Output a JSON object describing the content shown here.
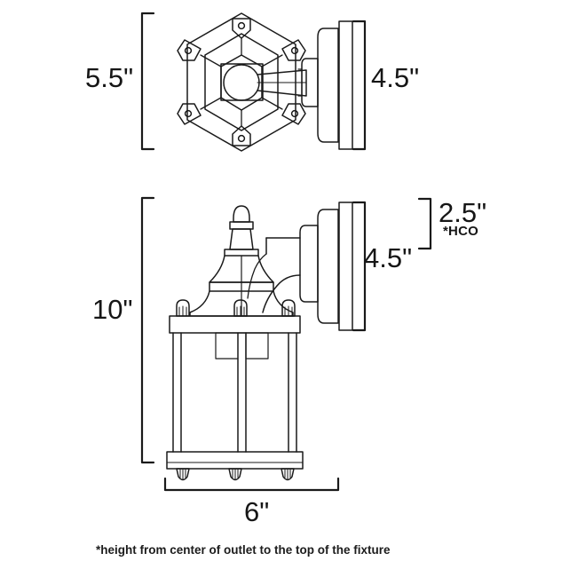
{
  "document": {
    "type": "dimensional-line-drawing",
    "subject": "outdoor wall lantern fixture",
    "background_color": "#ffffff",
    "line_color": "#1a1a1a",
    "text_color": "#161616"
  },
  "views": {
    "top": {
      "name": "top-view",
      "description": "hexagonal cap top view with wall mount plate",
      "bolt_tab_count": 6
    },
    "side": {
      "name": "side-elevation-view",
      "description": "side elevation of lantern with finial, bell cap, glass cage and wall plate",
      "foot_count": 3
    }
  },
  "dimensions": {
    "top_height": {
      "value": "5.5\"",
      "name": "height-5-5-inches",
      "orientation": "vertical",
      "position": "left-of-top-view"
    },
    "top_depth": {
      "value": "4.5\"",
      "name": "depth-4-5-inches",
      "orientation": "vertical",
      "position": "right-of-top-view"
    },
    "main_height": {
      "value": "10\"",
      "name": "height-10-inches",
      "orientation": "vertical",
      "position": "left-of-side-view"
    },
    "main_depth": {
      "value": "4.5\"",
      "name": "depth-4-5-inches-side",
      "orientation": "vertical",
      "position": "right-of-side-view"
    },
    "hco_height": {
      "value": "2.5\"",
      "note": "*HCO",
      "name": "height-2-5-inches-hco",
      "orientation": "vertical",
      "position": "far-right-of-side-view"
    },
    "main_width": {
      "value": "6\"",
      "name": "width-6-inches",
      "orientation": "horizontal",
      "position": "below-side-view"
    }
  },
  "footnote": {
    "text": "*height from center of outlet to the top of the fixture"
  }
}
